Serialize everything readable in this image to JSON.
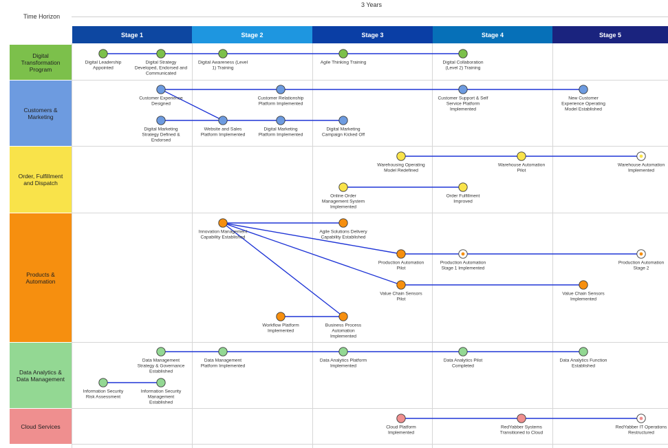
{
  "header": {
    "title": "3 Years",
    "time_horizon_label": "Time Horizon"
  },
  "stages": [
    {
      "label": "Stage 1",
      "color": "#0d47a1"
    },
    {
      "label": "Stage 2",
      "color": "#1e96e0"
    },
    {
      "label": "Stage 3",
      "color": "#0a3ea5"
    },
    {
      "label": "Stage 4",
      "color": "#0670b8"
    },
    {
      "label": "Stage 5",
      "color": "#1a237e"
    }
  ],
  "lanes": [
    {
      "label": "Digital Transformation Program",
      "color": "#7cc04b",
      "node_color": "#7cc04b"
    },
    {
      "label": "Customers & Marketing",
      "color": "#6d9be0",
      "node_color": "#6d9be0"
    },
    {
      "label": "Order, Fulfillment and Dispatch",
      "color": "#f9e34a",
      "node_color": "#f9e34a"
    },
    {
      "label": "Products & Automation",
      "color": "#f68f0f",
      "node_color": "#f68f0f"
    },
    {
      "label": "Data Analytics & Data Management",
      "color": "#93d893",
      "node_color": "#93d893"
    },
    {
      "label": "Cloud Services",
      "color": "#ef8f8f",
      "node_color": "#ef8f8f"
    }
  ],
  "link_color": "#1f35d6",
  "milestones": [
    {
      "id": "m1",
      "lane": 0,
      "hollow": false,
      "label": [
        "Digital Leadership",
        "Appointed"
      ]
    },
    {
      "id": "m2",
      "lane": 0,
      "hollow": false,
      "label": [
        "Digital Strategy",
        "Developed, Endorsed and",
        "Communicated"
      ]
    },
    {
      "id": "m3",
      "lane": 0,
      "hollow": false,
      "label": [
        "Digital Awareness (Level",
        "1) Training"
      ]
    },
    {
      "id": "m4",
      "lane": 0,
      "hollow": false,
      "label": [
        "Agile Thinking Training"
      ]
    },
    {
      "id": "m5",
      "lane": 0,
      "hollow": false,
      "label": [
        "Digital Collaboration",
        "(Level 2) Training"
      ]
    },
    {
      "id": "c1",
      "lane": 1,
      "hollow": false,
      "label": [
        "Customer Experience",
        "Designed"
      ]
    },
    {
      "id": "c2",
      "lane": 1,
      "hollow": false,
      "label": [
        "Customer Relationship",
        "Platform Implemented"
      ]
    },
    {
      "id": "c3",
      "lane": 1,
      "hollow": false,
      "label": [
        "Customer Support & Self",
        "Service Platform",
        "Implemented"
      ]
    },
    {
      "id": "c4",
      "lane": 1,
      "hollow": false,
      "label": [
        "New Customer",
        "Experience Operating",
        "Model Established"
      ]
    },
    {
      "id": "c5",
      "lane": 1,
      "hollow": false,
      "label": [
        "Digital Marketing",
        "Strategy Defined &",
        "Endorsed"
      ]
    },
    {
      "id": "c6",
      "lane": 1,
      "hollow": false,
      "label": [
        "Website and Sales",
        "Platform Implemented"
      ]
    },
    {
      "id": "c7",
      "lane": 1,
      "hollow": false,
      "label": [
        "Digital Marketing",
        "Platform Implemented"
      ]
    },
    {
      "id": "c8",
      "lane": 1,
      "hollow": false,
      "label": [
        "Digital Marketing",
        "Campaign Kicked Off"
      ]
    },
    {
      "id": "o1",
      "lane": 2,
      "hollow": false,
      "label": [
        "Warehousing Operating",
        "Model Redefined"
      ]
    },
    {
      "id": "o2",
      "lane": 2,
      "hollow": false,
      "label": [
        "Warehouse Automation",
        "Pilot"
      ]
    },
    {
      "id": "o3",
      "lane": 2,
      "hollow": true,
      "label": [
        "Warehouse Automation",
        "Implemented"
      ]
    },
    {
      "id": "o4",
      "lane": 2,
      "hollow": false,
      "label": [
        "Online Order",
        "Management System",
        "Implemented"
      ]
    },
    {
      "id": "o5",
      "lane": 2,
      "hollow": false,
      "label": [
        "Order Fulfillment",
        "Improved"
      ]
    },
    {
      "id": "p1",
      "lane": 3,
      "hollow": false,
      "label": [
        "Innovation Management",
        "Capability Established"
      ]
    },
    {
      "id": "p2",
      "lane": 3,
      "hollow": false,
      "label": [
        "Agile Solutions Delivery",
        "Capability Established"
      ]
    },
    {
      "id": "p3",
      "lane": 3,
      "hollow": false,
      "label": [
        "Production Automation",
        "Pilot"
      ]
    },
    {
      "id": "p4",
      "lane": 3,
      "hollow": true,
      "label": [
        "Production Automation",
        "Stage 1 Implemented"
      ]
    },
    {
      "id": "p5",
      "lane": 3,
      "hollow": true,
      "label": [
        "Production Automation",
        "Stage 2"
      ]
    },
    {
      "id": "p6",
      "lane": 3,
      "hollow": false,
      "label": [
        "Value Chain Sensors",
        "Pilot"
      ]
    },
    {
      "id": "p7",
      "lane": 3,
      "hollow": false,
      "label": [
        "Value Chain Sensors",
        "Implemented"
      ]
    },
    {
      "id": "p8",
      "lane": 3,
      "hollow": false,
      "label": [
        "Workflow Platform",
        "Implemented"
      ]
    },
    {
      "id": "p9",
      "lane": 3,
      "hollow": false,
      "label": [
        "Business Process",
        "Automation",
        "Implemented"
      ]
    },
    {
      "id": "d1",
      "lane": 4,
      "hollow": false,
      "label": [
        "Data Management",
        "Strategy & Governance",
        "Established"
      ]
    },
    {
      "id": "d2",
      "lane": 4,
      "hollow": false,
      "label": [
        "Data Management",
        "Platform Implemented"
      ]
    },
    {
      "id": "d3",
      "lane": 4,
      "hollow": false,
      "label": [
        "Data Analytics Platform",
        "Implemented"
      ]
    },
    {
      "id": "d4",
      "lane": 4,
      "hollow": false,
      "label": [
        "Data Analytics Pilot",
        "Completed"
      ]
    },
    {
      "id": "d5",
      "lane": 4,
      "hollow": false,
      "label": [
        "Data Analytics Function",
        "Established"
      ]
    },
    {
      "id": "d6",
      "lane": 4,
      "hollow": false,
      "label": [
        "Information Security",
        "Risk Assessment"
      ]
    },
    {
      "id": "d7",
      "lane": 4,
      "hollow": false,
      "label": [
        "Information Security",
        "Management",
        "Established"
      ]
    },
    {
      "id": "s1",
      "lane": 5,
      "hollow": false,
      "label": [
        "Cloud Platform",
        "Implemented"
      ]
    },
    {
      "id": "s2",
      "lane": 5,
      "hollow": false,
      "label": [
        "RedYabber Systems",
        "Transitioned to Cloud"
      ]
    },
    {
      "id": "s3",
      "lane": 5,
      "hollow": true,
      "label": [
        "RedYabber IT Operations",
        "Restructured"
      ]
    }
  ],
  "links": [
    [
      "m1",
      "m2"
    ],
    [
      "m2",
      "m3"
    ],
    [
      "m3",
      "m4"
    ],
    [
      "m4",
      "m5"
    ],
    [
      "c1",
      "c2"
    ],
    [
      "c2",
      "c3"
    ],
    [
      "c3",
      "c4"
    ],
    [
      "c1",
      "c6"
    ],
    [
      "c5",
      "c6"
    ],
    [
      "c6",
      "c7"
    ],
    [
      "c7",
      "c8"
    ],
    [
      "o1",
      "o2"
    ],
    [
      "o2",
      "o3"
    ],
    [
      "o4",
      "o5"
    ],
    [
      "p1",
      "p2"
    ],
    [
      "p1",
      "p3"
    ],
    [
      "p1",
      "p6"
    ],
    [
      "p1",
      "p9"
    ],
    [
      "p3",
      "p4"
    ],
    [
      "p4",
      "p5"
    ],
    [
      "p6",
      "p7"
    ],
    [
      "p8",
      "p9"
    ],
    [
      "d1",
      "d2"
    ],
    [
      "d2",
      "d3"
    ],
    [
      "d3",
      "d4"
    ],
    [
      "d4",
      "d5"
    ],
    [
      "d6",
      "d7"
    ],
    [
      "s1",
      "s2"
    ],
    [
      "s2",
      "s3"
    ]
  ]
}
